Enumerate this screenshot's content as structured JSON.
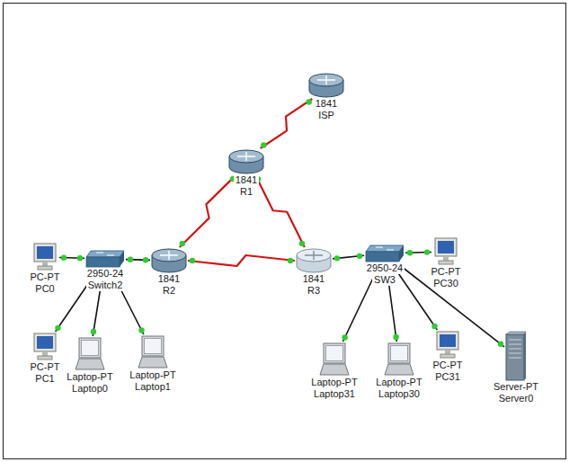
{
  "diagram": {
    "nodes": [
      {
        "text": [
          "1841",
          "ISP"
        ]
      },
      {
        "text": [
          "1841",
          "R1"
        ]
      },
      {
        "text": [
          "PC-PT",
          "PC0"
        ]
      },
      {
        "text": [
          "2950-24",
          "Switch2"
        ]
      },
      {
        "text": [
          "1841",
          "R2"
        ]
      },
      {
        "text": [
          "1841",
          "R3"
        ]
      },
      {
        "text": [
          "2950-24",
          "SW3"
        ]
      },
      {
        "text": [
          "PC-PT",
          "PC30"
        ]
      },
      {
        "text": [
          "PC-PT",
          "PC1"
        ]
      },
      {
        "text": [
          "Laptop-PT",
          "Laptop0"
        ]
      },
      {
        "text": [
          "Laptop-PT",
          "Laptop1"
        ]
      },
      {
        "text": [
          "Laptop-PT",
          "Laptop31"
        ]
      },
      {
        "text": [
          "Laptop-PT",
          "Laptop30"
        ]
      },
      {
        "text": [
          "PC-PT",
          "PC31"
        ]
      },
      {
        "text": [
          "Server-PT",
          "Server0"
        ]
      }
    ],
    "edges": [
      {
        "from": 0,
        "to": 1,
        "arrow": "none"
      },
      {
        "from": 1,
        "to": 4,
        "arrow": "none"
      },
      {
        "from": 1,
        "to": 5,
        "arrow": "none"
      },
      {
        "from": 4,
        "to": 5,
        "arrow": "none"
      },
      {
        "from": 2,
        "to": 3,
        "arrow": "none"
      },
      {
        "from": 3,
        "to": 4,
        "arrow": "none"
      },
      {
        "from": 3,
        "to": 8,
        "arrow": "none"
      },
      {
        "from": 3,
        "to": 9,
        "arrow": "none"
      },
      {
        "from": 3,
        "to": 10,
        "arrow": "none"
      },
      {
        "from": 5,
        "to": 6,
        "arrow": "none"
      },
      {
        "from": 6,
        "to": 7,
        "arrow": "none"
      },
      {
        "from": 6,
        "to": 13,
        "arrow": "none"
      },
      {
        "from": 6,
        "to": 12,
        "arrow": "none"
      },
      {
        "from": 6,
        "to": 11,
        "arrow": "none"
      },
      {
        "from": 6,
        "to": 14,
        "arrow": "none"
      }
    ]
  }
}
